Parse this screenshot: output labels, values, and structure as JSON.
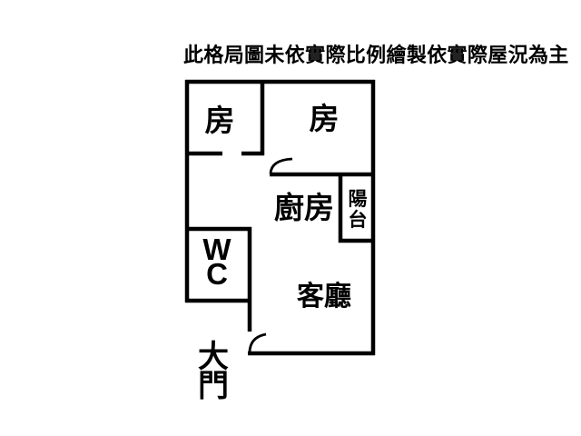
{
  "page": {
    "background_color": "#ffffff",
    "wall_color": "#000000",
    "text_color": "#000000"
  },
  "disclaimer": "此格局圖未依實際比例繪製依實際屋況為主",
  "floor_plan": {
    "labels": {
      "bedroom_left": "房",
      "bedroom_right": "房",
      "kitchen": "廚房",
      "balcony": "陽台",
      "toilet": "WC",
      "living_room": "客廳",
      "main_entrance": "大門"
    }
  }
}
